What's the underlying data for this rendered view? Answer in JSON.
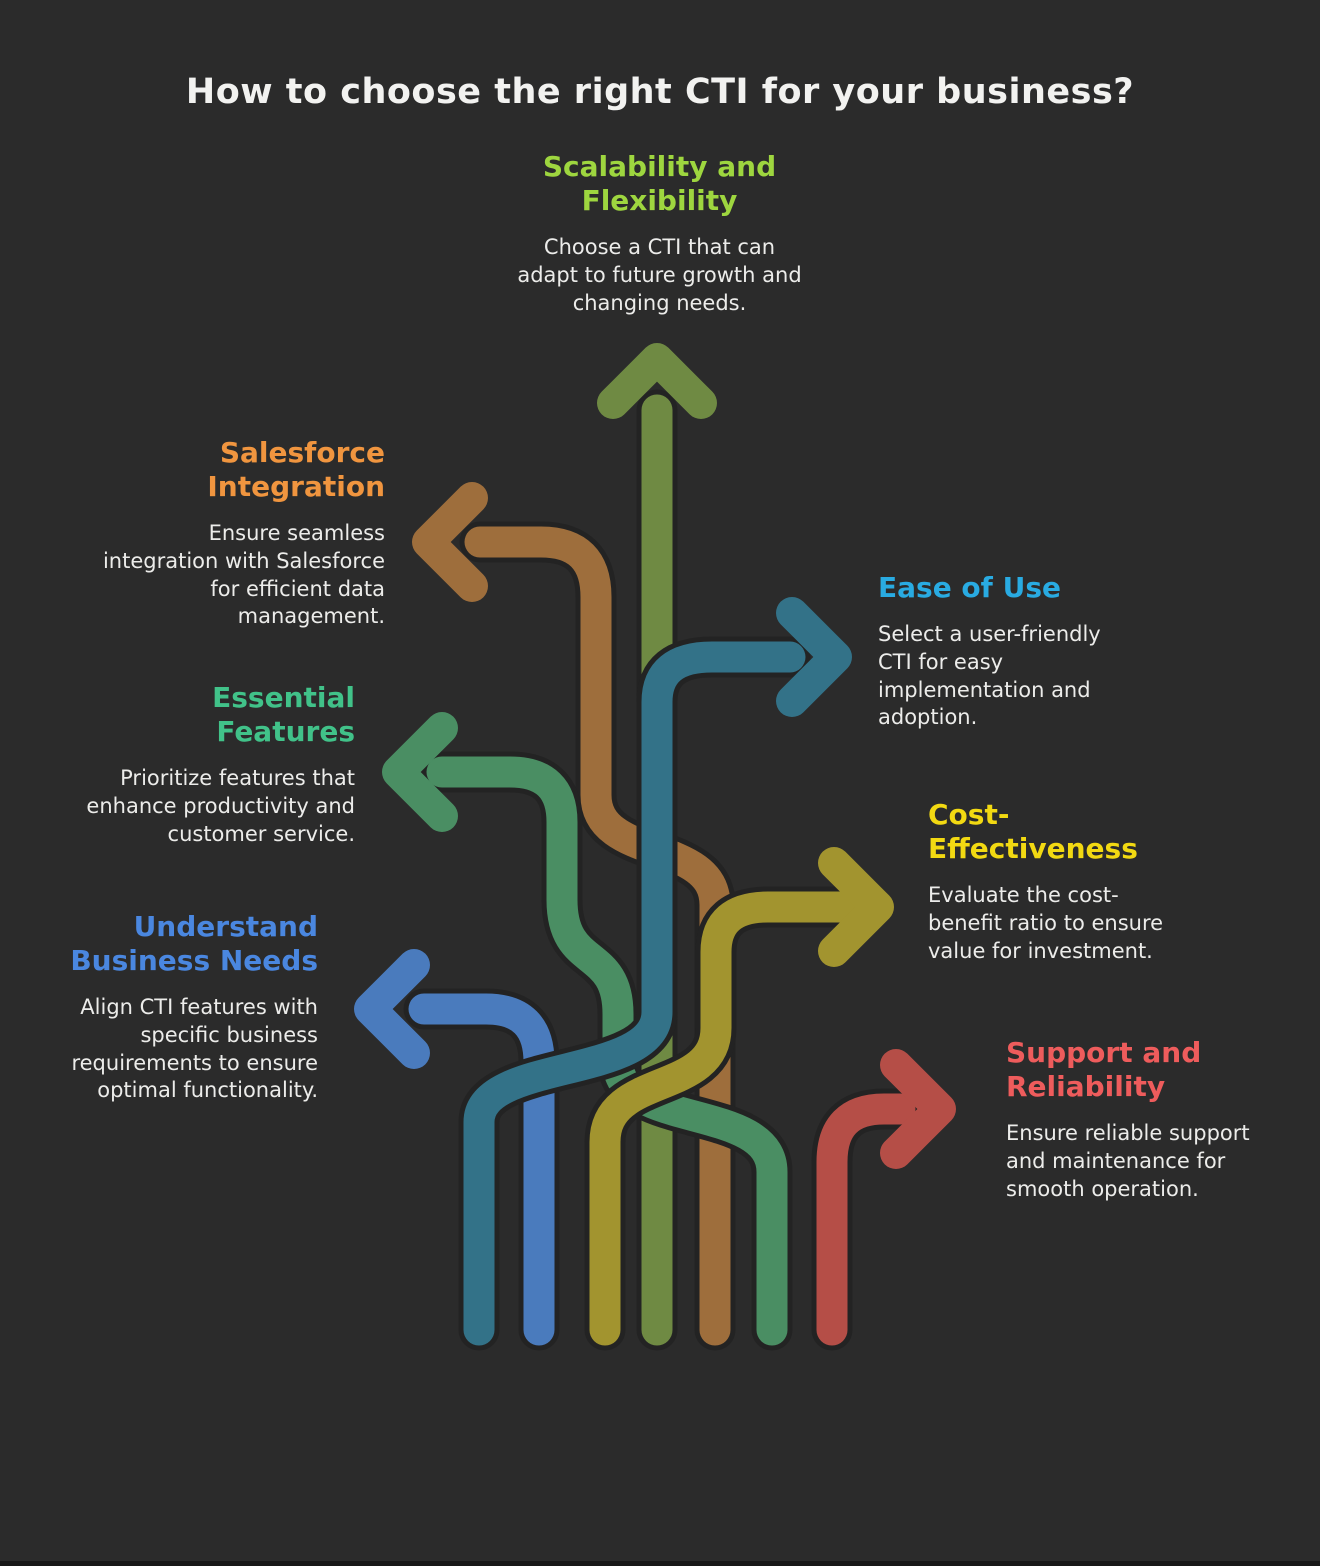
{
  "title": "How to choose the right CTI for your business?",
  "colors": {
    "background": "#2b2b2b",
    "casing": "#232323",
    "title": "#f2f2f0",
    "body_text": "#ececea",
    "footer_strip": "#181818"
  },
  "sections": [
    {
      "id": "scalability",
      "heading": "Scalability and Flexibility",
      "body": "Choose a CTI that can adapt to future growth and changing needs.",
      "heading_color": "#9ed63f",
      "line_color": "#6f8a43",
      "arrow_direction": "up"
    },
    {
      "id": "salesforce",
      "heading": "Salesforce Integration",
      "body": "Ensure seamless integration with Salesforce for efficient data management.",
      "heading_color": "#f0953f",
      "line_color": "#9e6e3c",
      "arrow_direction": "left"
    },
    {
      "id": "ease",
      "heading": "Ease of Use",
      "body": "Select a user-friendly CTI for easy implementation and adoption.",
      "heading_color": "#29abe2",
      "line_color": "#337288",
      "arrow_direction": "right"
    },
    {
      "id": "essential",
      "heading": "Essential Features",
      "body": "Prioritize features that enhance productivity and customer service.",
      "heading_color": "#41c289",
      "line_color": "#4a8e63",
      "arrow_direction": "left"
    },
    {
      "id": "cost",
      "heading": "Cost-Effectiveness",
      "body": "Evaluate the cost-benefit ratio to ensure value for investment.",
      "heading_color": "#f2d912",
      "line_color": "#a2942f",
      "arrow_direction": "right"
    },
    {
      "id": "understand",
      "heading": "Understand Business Needs",
      "body": "Align CTI features with specific business requirements to ensure optimal functionality.",
      "heading_color": "#4a87e0",
      "line_color": "#4a7bbd",
      "arrow_direction": "left"
    },
    {
      "id": "support",
      "heading": "Support and Reliability",
      "body": "Ensure reliable support and maintenance for smooth operation.",
      "heading_color": "#ee5c5c",
      "line_color": "#b54e47",
      "arrow_direction": "right"
    }
  ]
}
